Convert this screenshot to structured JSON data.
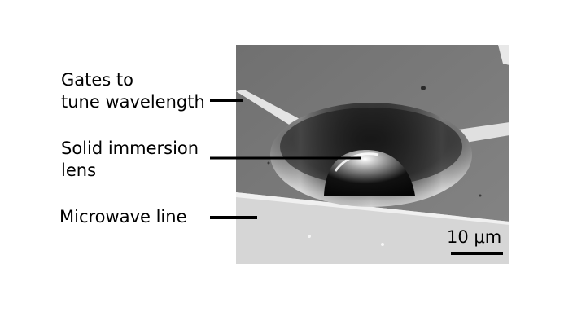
{
  "annotations": [
    {
      "id": "gates",
      "lines": [
        "Gates to",
        "tune wavelength"
      ]
    },
    {
      "id": "lens",
      "lines": [
        "Solid immersion",
        "lens"
      ]
    },
    {
      "id": "microwave",
      "lines": [
        "Microwave line"
      ]
    }
  ],
  "scale_bar": {
    "label": "10 μm"
  },
  "colors": {
    "text": "#000000",
    "background": "#ffffff",
    "sem_base": "#7d7d7d"
  }
}
